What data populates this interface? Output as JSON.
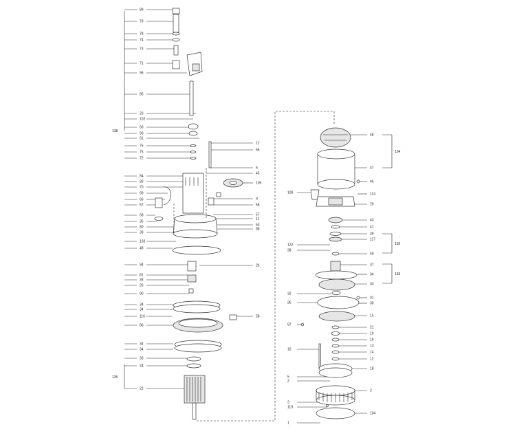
{
  "left_assembly": {
    "labels": [
      {
        "text": "89"
      },
      {
        "text": "79"
      },
      {
        "text": "78"
      },
      {
        "text": "74"
      },
      {
        "text": "73"
      },
      {
        "text": "71"
      },
      {
        "text": "95"
      },
      {
        "text": "85"
      },
      {
        "text": "23"
      },
      {
        "text": "102"
      },
      {
        "text": "60"
      },
      {
        "text": "90"
      },
      {
        "text": "61"
      },
      {
        "text": "75"
      },
      {
        "text": "76"
      },
      {
        "text": "72"
      },
      {
        "text": "84"
      },
      {
        "text": "83"
      },
      {
        "text": "70"
      },
      {
        "text": "69"
      },
      {
        "text": "66"
      },
      {
        "text": "67"
      },
      {
        "text": "68"
      },
      {
        "text": "35"
      },
      {
        "text": "80"
      },
      {
        "text": "39"
      },
      {
        "text": "103"
      },
      {
        "text": "48"
      },
      {
        "text": "94"
      },
      {
        "text": "81"
      },
      {
        "text": "28"
      },
      {
        "text": "26"
      },
      {
        "text": "90"
      },
      {
        "text": "34"
      },
      {
        "text": "34"
      },
      {
        "text": "116"
      },
      {
        "text": "86"
      },
      {
        "text": "34"
      },
      {
        "text": "34"
      },
      {
        "text": "33"
      },
      {
        "text": "24"
      },
      {
        "text": "22"
      }
    ],
    "right_labels": [
      {
        "text": "12"
      },
      {
        "text": "65"
      },
      {
        "text": "6"
      },
      {
        "text": "45"
      },
      {
        "text": "105"
      },
      {
        "text": "9"
      },
      {
        "text": "58"
      },
      {
        "text": "57"
      },
      {
        "text": "11"
      },
      {
        "text": "63"
      },
      {
        "text": "88"
      },
      {
        "text": "26"
      },
      {
        "text": "58"
      }
    ],
    "group_labels": [
      {
        "text": "138"
      },
      {
        "text": "135"
      }
    ]
  },
  "right_assembly": {
    "labels_left": [
      {
        "text": "109"
      },
      {
        "text": "122"
      },
      {
        "text": "38"
      },
      {
        "text": "32"
      },
      {
        "text": "26"
      },
      {
        "text": "97"
      },
      {
        "text": "10"
      },
      {
        "text": "5"
      },
      {
        "text": "2"
      },
      {
        "text": "3"
      },
      {
        "text": "119"
      },
      {
        "text": "1"
      }
    ],
    "labels_right": [
      {
        "text": "48"
      },
      {
        "text": "47"
      },
      {
        "text": "46"
      },
      {
        "text": "114"
      },
      {
        "text": "29"
      },
      {
        "text": "43"
      },
      {
        "text": "41"
      },
      {
        "text": "39"
      },
      {
        "text": "117"
      },
      {
        "text": "40"
      },
      {
        "text": "37"
      },
      {
        "text": "34"
      },
      {
        "text": "33"
      },
      {
        "text": "31"
      },
      {
        "text": "30"
      },
      {
        "text": "15"
      },
      {
        "text": "21"
      },
      {
        "text": "19"
      },
      {
        "text": "16"
      },
      {
        "text": "13"
      },
      {
        "text": "14"
      },
      {
        "text": "12"
      },
      {
        "text": "18"
      },
      {
        "text": "2"
      },
      {
        "text": "104"
      }
    ],
    "group_labels": [
      {
        "text": "134"
      },
      {
        "text": "155"
      },
      {
        "text": "136"
      }
    ]
  }
}
